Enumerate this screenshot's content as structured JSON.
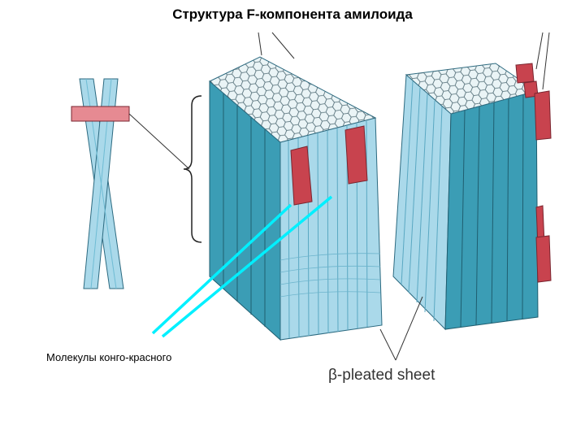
{
  "title": "Структура F-компонента амилоида",
  "congo_label": "Молекулы конго-красного",
  "sheet_label": "β-pleated sheet",
  "colors": {
    "teal": "#3b9db5",
    "light_blue": "#aad9ea",
    "red": "#c8434e",
    "pink": "#e68a92",
    "cyan_arrow": "#00f0ff",
    "hex_top": "#eaf4f6"
  }
}
